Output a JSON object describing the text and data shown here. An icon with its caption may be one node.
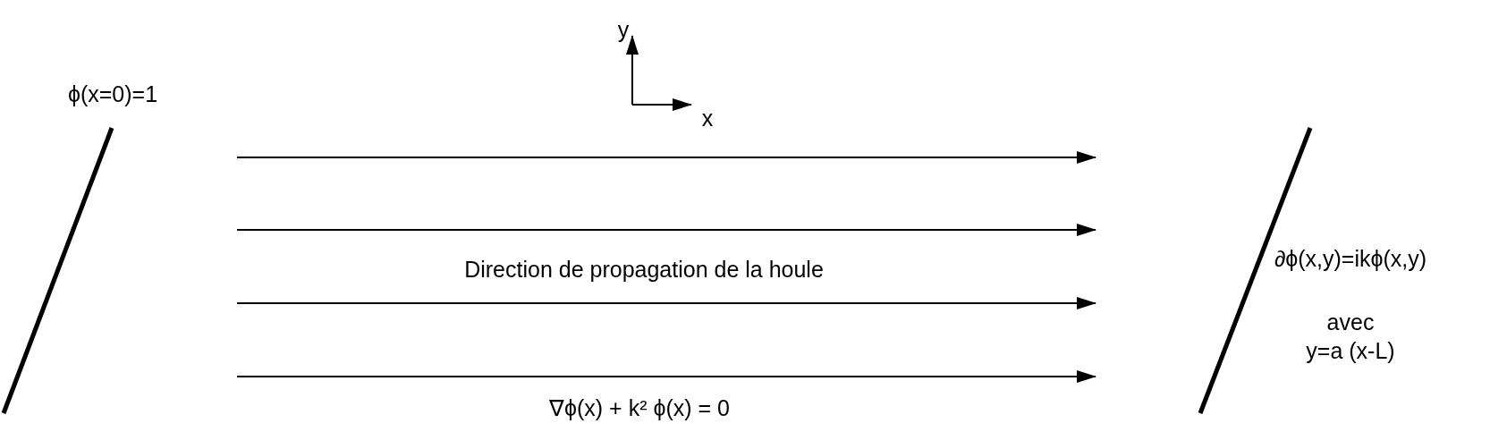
{
  "diagram": {
    "labels": [
      "y",
      "ϕ(x=0)=1",
      "x",
      "Direction de propagation de la houle",
      "∂ϕ(x,y)=ikϕ(x,y)",
      "avec",
      "y=a (x-L)",
      "∇ϕ(x) + k² ϕ(x) = 0"
    ]
  }
}
